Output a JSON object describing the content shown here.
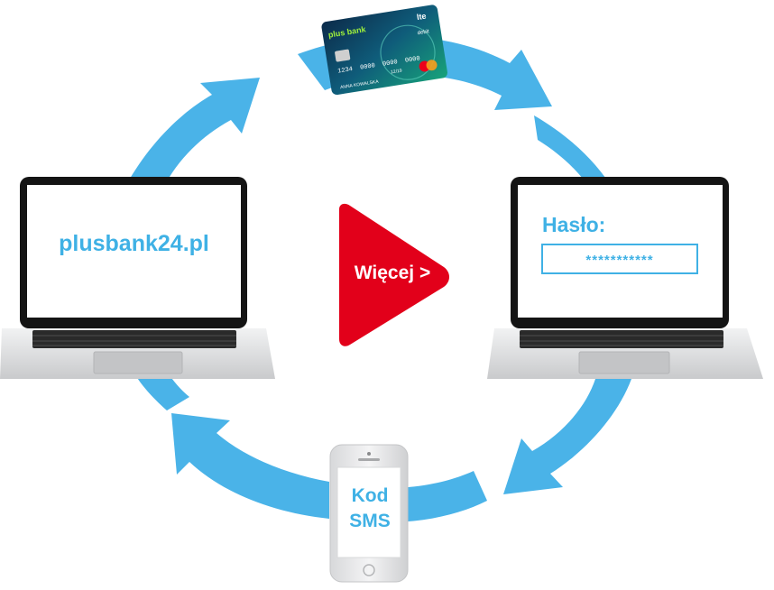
{
  "laptop_left": {
    "screen_text": "plusbank24.pl"
  },
  "laptop_right": {
    "password_label": "Hasło:",
    "password_mask": "***********"
  },
  "more_button": {
    "label": "Więcej >"
  },
  "phone": {
    "line1": "Kod",
    "line2": "SMS"
  },
  "card": {
    "brand": "plus bank",
    "type": "debit",
    "number": "1234  0000  0000  0000",
    "expiry": "12/19",
    "holder": "ANNA KOWALSKA",
    "tag": "lte"
  },
  "colors": {
    "cycle_blue": "#4ab3e8",
    "text_blue": "#3fb1e5",
    "play_red": "#e2001a",
    "laptop_silver": "#d9dadc",
    "screen_bezel": "#141414"
  }
}
